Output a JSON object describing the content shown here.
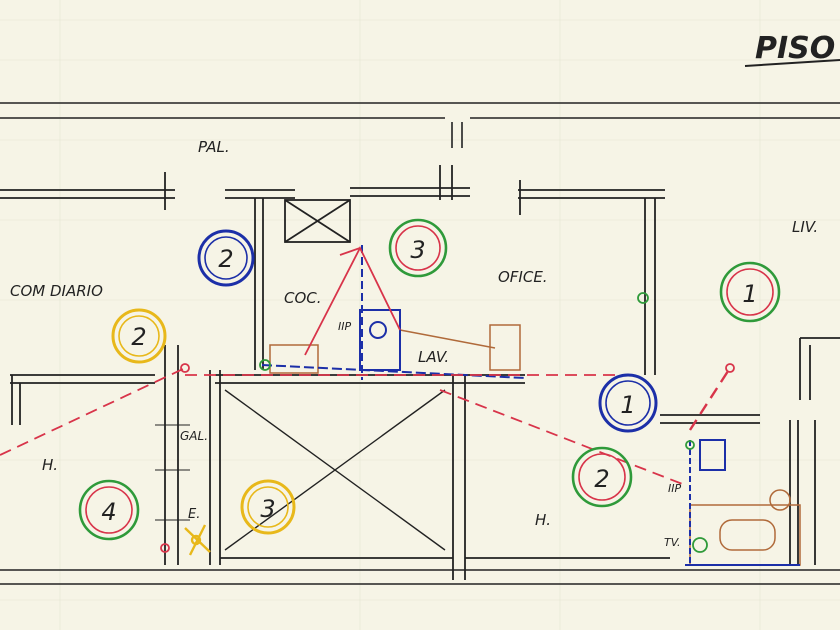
{
  "sheet": {
    "title": "PISO"
  },
  "rooms": {
    "pal": "PAL.",
    "com_diario": "COM DIARIO",
    "coc": "COC.",
    "ofice": "OFICE.",
    "liv": "LIV.",
    "lav": "LAV.",
    "gal": "GAL.",
    "h_left": "H.",
    "h_right": "H.",
    "e": "E.",
    "iip_coc": "IIP",
    "iip_right": "IIP",
    "tv": "TV."
  },
  "markers": {
    "blue_coc": "2",
    "green_coc": "3",
    "yellow_com": "2",
    "green_liv": "1",
    "blue_hall": "1",
    "green_hall": "2",
    "green_left": "4",
    "yellow_gal": "3"
  },
  "colors": {
    "paper": "#f6f4e6",
    "ink": "#222222",
    "red": "#d8344a",
    "blue": "#1c2fa8",
    "green": "#2f9a3a",
    "yellow": "#e8b81a",
    "brown": "#b06a3a"
  }
}
